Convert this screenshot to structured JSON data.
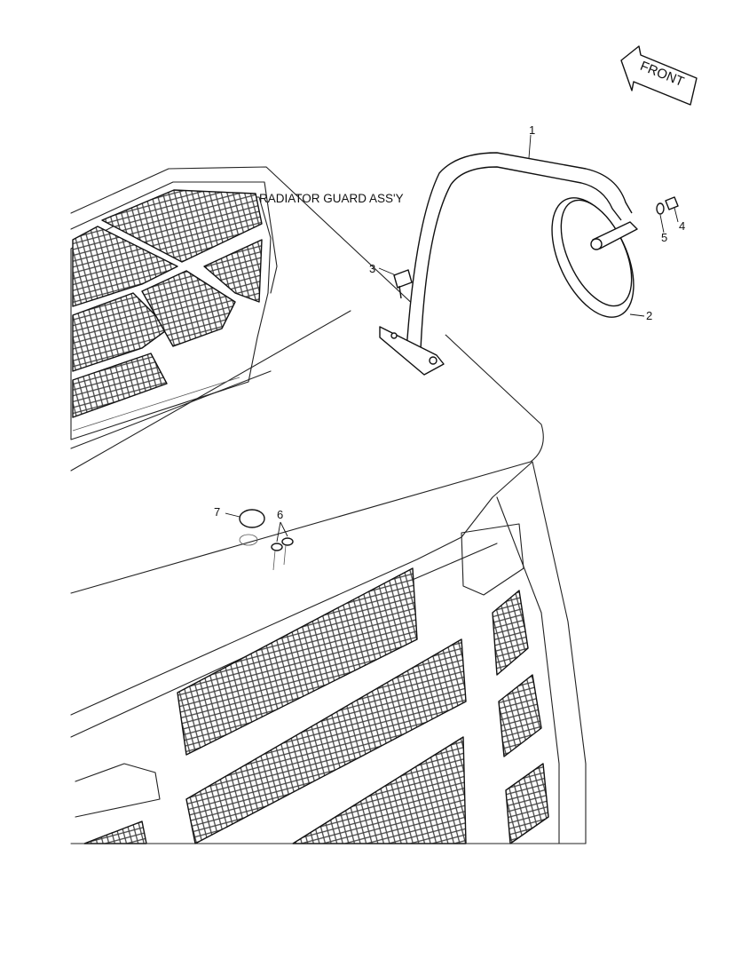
{
  "diagram": {
    "assembly_label": "RADIATOR GUARD ASS'Y",
    "direction_label": "FRONT",
    "callouts": [
      "1",
      "2",
      "3",
      "4",
      "5",
      "6",
      "7"
    ]
  }
}
